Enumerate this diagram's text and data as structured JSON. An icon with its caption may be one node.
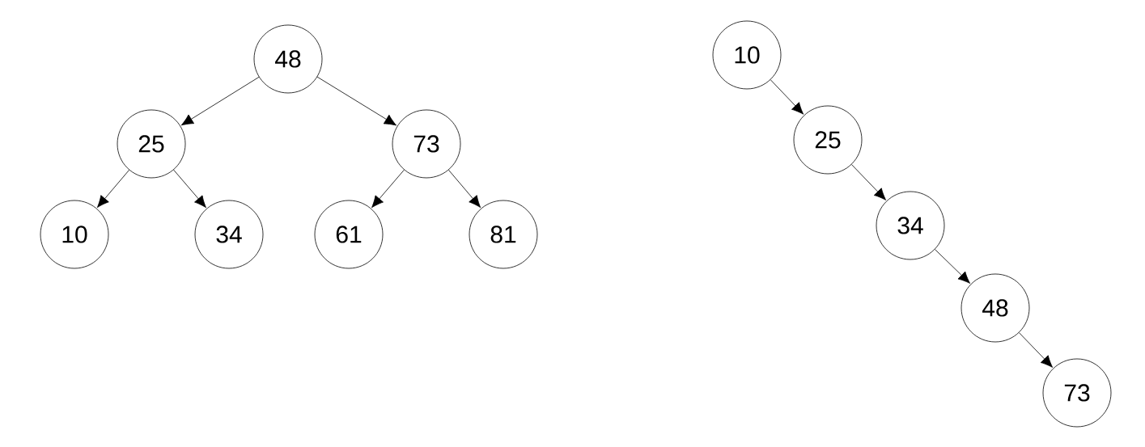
{
  "diagram": {
    "nodes": [
      {
        "text": [
          "48"
        ]
      },
      {
        "text": [
          "25"
        ]
      },
      {
        "text": [
          "73"
        ]
      },
      {
        "text": [
          "10"
        ]
      },
      {
        "text": [
          "34"
        ]
      },
      {
        "text": [
          "61"
        ]
      },
      {
        "text": [
          "81"
        ]
      },
      {
        "text": [
          "10"
        ]
      },
      {
        "text": [
          "25"
        ]
      },
      {
        "text": [
          "34"
        ]
      },
      {
        "text": [
          "48"
        ]
      },
      {
        "text": [
          "73"
        ]
      }
    ],
    "edges": [
      {
        "from": 0,
        "to": 1,
        "arrow": "to"
      },
      {
        "from": 0,
        "to": 2,
        "arrow": "to"
      },
      {
        "from": 1,
        "to": 3,
        "arrow": "to"
      },
      {
        "from": 1,
        "to": 4,
        "arrow": "to"
      },
      {
        "from": 2,
        "to": 5,
        "arrow": "to"
      },
      {
        "from": 2,
        "to": 6,
        "arrow": "to"
      },
      {
        "from": 7,
        "to": 8,
        "arrow": "to"
      },
      {
        "from": 8,
        "to": 9,
        "arrow": "to"
      },
      {
        "from": 9,
        "to": 10,
        "arrow": "to"
      },
      {
        "from": 10,
        "to": 11,
        "arrow": "to"
      }
    ]
  }
}
